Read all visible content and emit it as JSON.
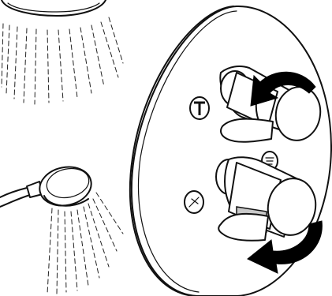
{
  "diagram": {
    "elements": [
      "overhead-shower-icon",
      "hand-shower-icon",
      "valve-plate",
      "upper-handle",
      "lower-handle",
      "rotation-arrow-upper-icon",
      "rotation-arrow-lower-icon",
      "thermostat-t-icon",
      "overhead-shower-symbol-icon",
      "hand-shower-symbol-icon",
      "temperature-lever-icon"
    ]
  }
}
